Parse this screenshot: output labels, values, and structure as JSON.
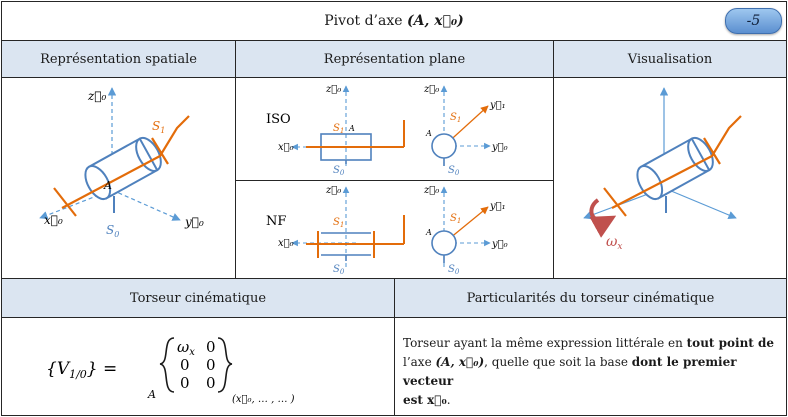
{
  "title": "Pivot d’axe",
  "title_math": "(A, x⃗₀)",
  "badge": "-5",
  "headers": {
    "spatial": "Représentation spatiale",
    "plane": "Représentation plane",
    "visual": "Visualisation",
    "torseur": "Torseur cinématique",
    "particularites": "Particularités du torseur cinématique"
  },
  "labels": {
    "z0": "z⃗₀",
    "x0": "x⃗₀",
    "y0": "y⃗₀",
    "y1": "y⃗₁",
    "A": "A",
    "S0": "S",
    "S1": "S",
    "sub0": "0",
    "sub1": "1",
    "iso": "ISO",
    "nf": "NF",
    "omega": "ω",
    "omega_sub": "x"
  },
  "torseur": {
    "lhs": "{V",
    "lhs_sub": "1/0",
    "lhs_end": "} =",
    "point": "A",
    "row1": [
      "ω",
      "0"
    ],
    "row1_sub": "x",
    "row2": [
      "0",
      "0"
    ],
    "row3": [
      "0",
      "0"
    ],
    "basis": "(x⃗₀, … , … )"
  },
  "description": {
    "t1": "Torseur ayant la même expression littérale en ",
    "b1": "tout point de",
    "t2": "l’axe ",
    "m1": "(A, x⃗₀)",
    "t3": ", quelle que soit la base ",
    "b2": "dont le premier vecteur",
    "b3": "est x⃗₀",
    "t4": "."
  },
  "colors": {
    "blue": "#4f81bd",
    "arrow_blue": "#5b9bd5",
    "orange": "#e36c0a",
    "red": "#c0504d",
    "header_bg": "#dbe5f1"
  }
}
